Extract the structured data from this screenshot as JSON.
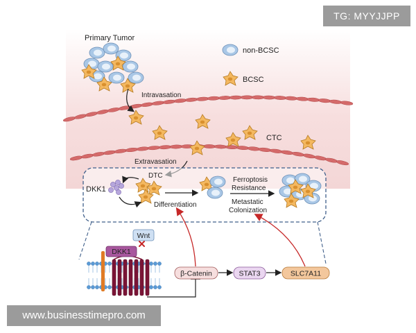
{
  "watermarks": {
    "top": "TG: MYYJJPP",
    "bottom": "www.businesstimepro.com"
  },
  "labels": {
    "primary_tumor": "Primary Tumor",
    "intravasation": "Intravasation",
    "extravasation": "Extravasation",
    "ctc": "CTC",
    "dtc": "DTC",
    "dkk1_side": "DKK1",
    "differentiation": "Differentiation",
    "ferroptosis_1": "Ferroptosis",
    "ferroptosis_2": "Resistance",
    "metastatic_1": "Metastatic",
    "metastatic_2": "Colonization"
  },
  "legend": {
    "non_bcsc": "non-BCSC",
    "bcsc": "BCSC"
  },
  "pathway": {
    "wnt": "Wnt",
    "dkk1": "DKK1",
    "beta_catenin": "β-Catenin",
    "stat3": "STAT3",
    "slc7a11": "SLC7A11"
  },
  "colors": {
    "bcsc": "#f4b860",
    "non_bcsc": "#a9c7e6",
    "vessel": "#d46a6a",
    "red_arrow": "#c62828",
    "dkk1_box": "#a8579e",
    "receptor": "#7b1436",
    "lrp": "#e07b26",
    "box_beta": "#f6dede",
    "box_stat3": "#ead6f0",
    "box_slc": "#f3c79c"
  }
}
